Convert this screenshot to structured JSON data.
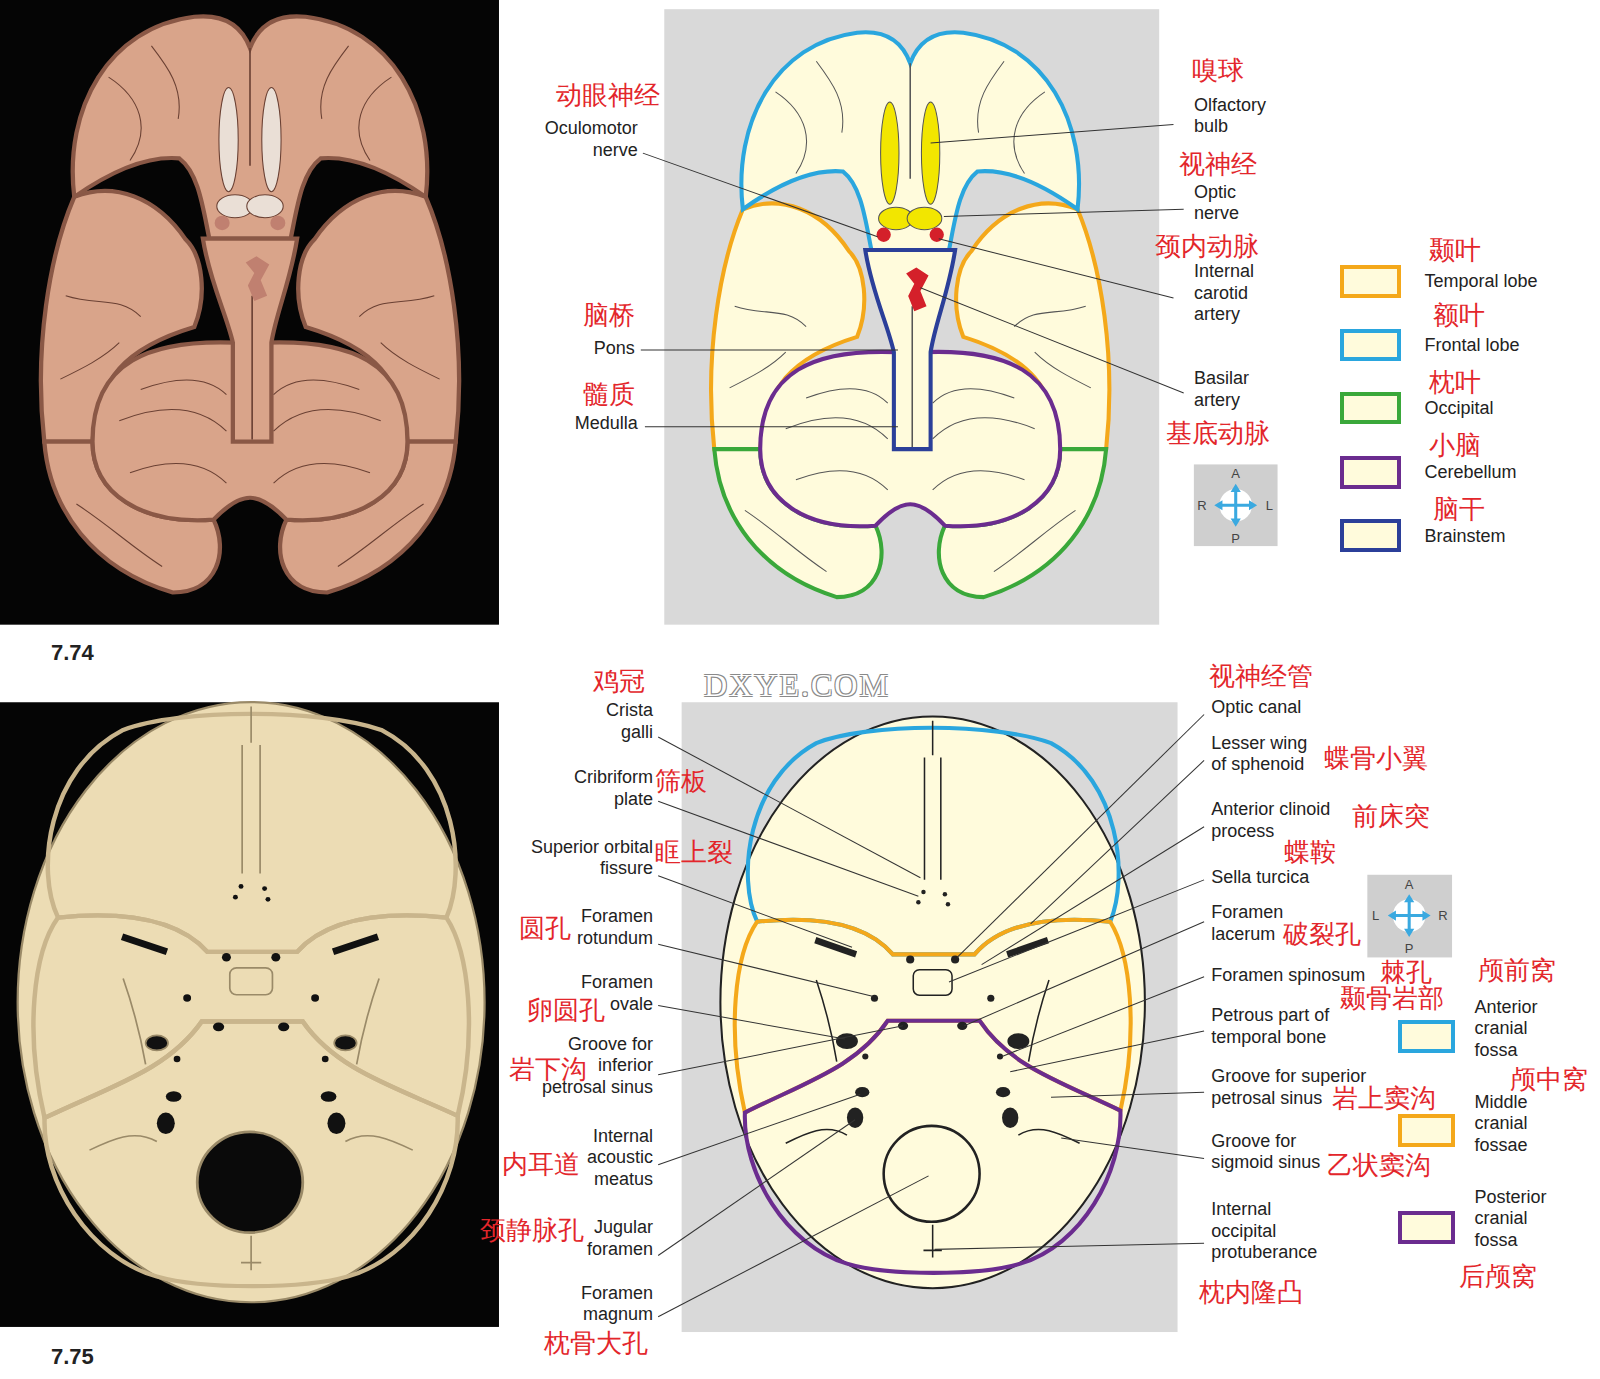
{
  "diagram": {
    "labels": [
      "7.74",
      "动眼神经",
      "Oculomotor nerve",
      "嗅球",
      "Olfactory bulb",
      "视神经",
      "Optic nerve",
      "颈内动脉",
      "Internal carotid artery",
      "脑桥",
      "Pons",
      "髓质",
      "Medulla",
      "Basilar artery",
      "基底动脉",
      "颞叶",
      "额叶",
      "枕叶",
      "小脑",
      "脑干",
      "A",
      "R",
      "L",
      "P",
      "DXYE.COM",
      "鸡冠",
      "Crista galli",
      "Cribriform plate",
      "筛板",
      "Superior orbital fissure",
      "眶上裂",
      "圆孔",
      "Foramen rotundum",
      "Foramen ovale",
      "卵圆孔",
      "Groove for inferior petrosal sinus",
      "岩下沟",
      "Internal acoustic meatus",
      "内耳道",
      "颈静脉孔",
      "Jugular foramen",
      "Foramen magnum",
      "枕骨大孔",
      "视神经管",
      "Optic canal",
      "Lesser wing of sphenoid",
      "蝶骨小翼",
      "Anterior clinoid process",
      "前床突",
      "蝶鞍",
      "Sella turcica",
      "Foramen lacerum",
      "破裂孔",
      "Foramen spinosum",
      "棘孔",
      "颅前窝",
      "Petrous part of temporal bone",
      "颞骨岩部",
      "Groove for superior petrosal sinus",
      "岩上窦沟",
      "颅中窝",
      "Groove for sigmoid sinus",
      "乙状窦沟",
      "Internal occipital protuberance",
      "枕内隆凸",
      "后颅窝",
      "A",
      "L",
      "R",
      "P",
      "7.75"
    ],
    "legend": [
      {
        "text": "Temporal lobe",
        "color": "#f4a81a"
      },
      {
        "text": "Frontal lobe",
        "color": "#2aa6de"
      },
      {
        "text": "Occipital",
        "color": "#3aa83a"
      },
      {
        "text": "Cerebellum",
        "color": "#6b2c8f"
      },
      {
        "text": "Brainstem",
        "color": "#2b3f99"
      },
      {
        "text": "Anterior cranial fossa",
        "color": "#2aa6de"
      },
      {
        "text": "Middle cranial fossae",
        "color": "#f4a81a"
      },
      {
        "text": "Posterior cranial fossa",
        "color": "#6b2c8f"
      }
    ]
  }
}
